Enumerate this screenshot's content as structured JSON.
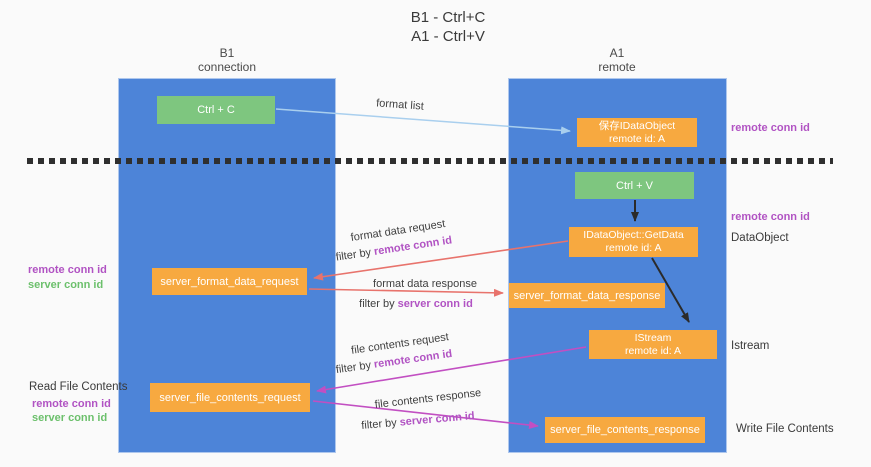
{
  "title": {
    "line1": "B1 - Ctrl+C",
    "line2": "A1 - Ctrl+V"
  },
  "lanes": {
    "b1": {
      "name": "B1",
      "subtitle": "connection"
    },
    "a1": {
      "name": "A1",
      "subtitle": "remote"
    }
  },
  "nodes": {
    "ctrl_c": "Ctrl + C",
    "ctrl_v": "Ctrl + V",
    "save_idataobject": {
      "line1": "保存IDataObject",
      "line2": "remote id: A"
    },
    "getdata": {
      "line1": "IDataObject::GetData",
      "line2": "remote id: A"
    },
    "istream": {
      "line1": "IStream",
      "line2": "remote id: A"
    },
    "format_request": "server_format_data_request",
    "format_response": "server_format_data_response",
    "file_request": "server_file_contents_request",
    "file_response": "server_file_contents_response"
  },
  "flow_labels": {
    "format_list": "format list",
    "format_data_request": "format data request",
    "format_data_response": "format data response",
    "file_contents_request": "file contents request",
    "file_contents_response": "file contents response",
    "filter_by": "filter by",
    "remote_conn_id": "remote conn id",
    "server_conn_id": "server conn id"
  },
  "margin_labels": {
    "right": {
      "remote_conn_id_top": "remote conn id",
      "remote_conn_id_mid": "remote conn id",
      "dataobject": "DataObject",
      "istream": "Istream",
      "write_file_contents": "Write File Contents"
    },
    "left": {
      "remote_conn_id": "remote conn id",
      "server_conn_id": "server conn id",
      "read_file_contents": "Read File Contents",
      "remote_conn_id_bottom": "remote conn id",
      "server_conn_id_bottom": "server conn id"
    }
  },
  "colors": {
    "bg": "#fafafa",
    "blue": "#4d84d8",
    "green": "#7ec67f",
    "orange": "#f7a940",
    "salmon": "#e8736c",
    "magenta": "#c24fc2",
    "light_blue": "#a9cfee",
    "purple_text": "#b153c3",
    "green_text": "#6cc06c",
    "dark_text": "#3a3a3a",
    "dash": "#2f2f2f"
  }
}
